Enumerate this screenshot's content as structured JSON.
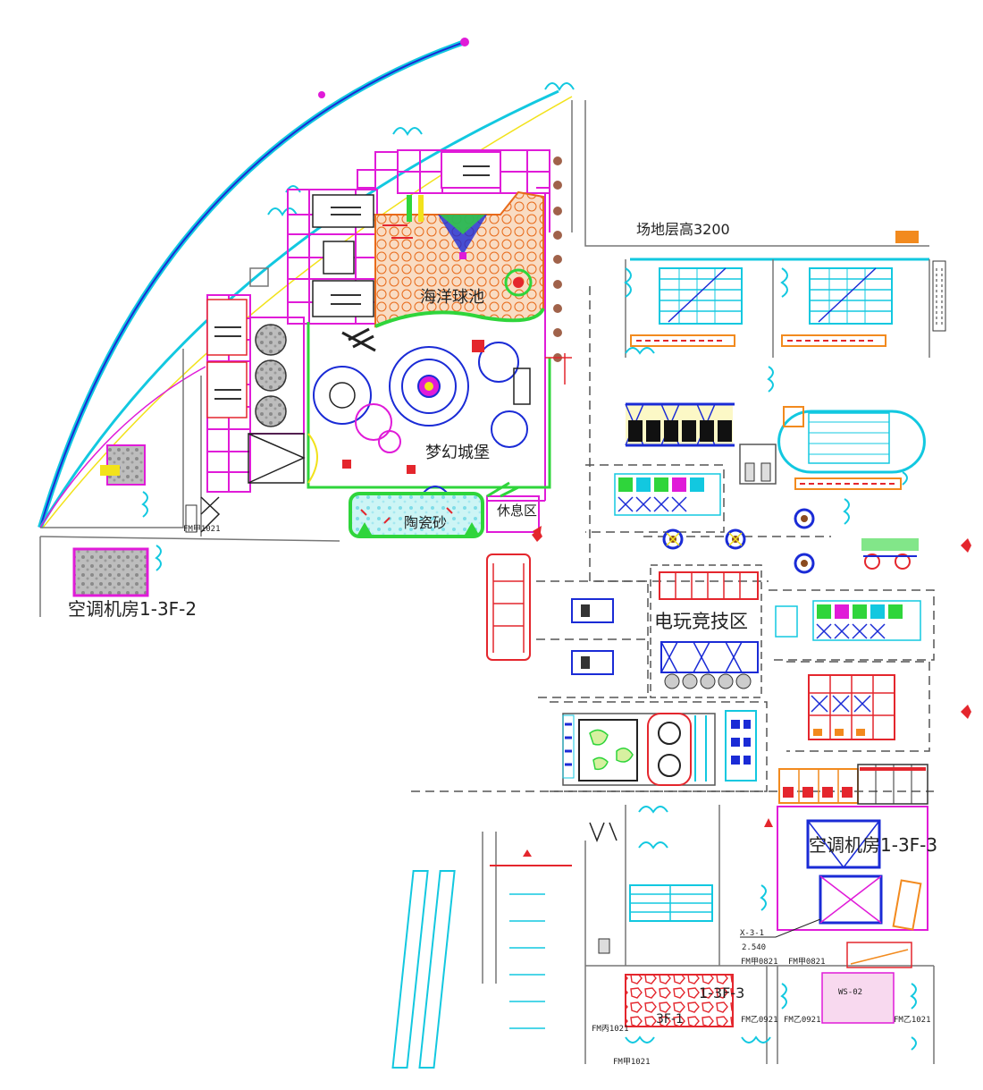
{
  "labels": {
    "floor_height": "场地层高3200",
    "ac_room_1": "空调机房1-3F-2",
    "ac_room_2": "空调机房1-3F-3",
    "ball_pool": "海洋球池",
    "castle": "梦幻城堡",
    "ceramic_sand": "陶瓷砂",
    "egame_area": "电玩竞技区",
    "rest_area": "休息区",
    "grid_ref": "X-3-1",
    "elev_ref": "2.540",
    "room_mid": "1-3F-3",
    "room_lower": "3F-1",
    "ws_tag": "WS-02"
  },
  "door_tags": [
    "FM甲0821",
    "FM甲0821",
    "FM乙0921",
    "FM乙0921",
    "FM乙1021",
    "FM丙1021",
    "FM甲1021",
    "FM甲1021"
  ],
  "colors": {
    "magenta": "#e01bd8",
    "cyan": "#12c8e0",
    "blue": "#1a2bd6",
    "red": "#e4262d",
    "orange": "#f28a1e",
    "green": "#2fd53b",
    "yellow": "#f2e21b",
    "gray": "#777777"
  }
}
